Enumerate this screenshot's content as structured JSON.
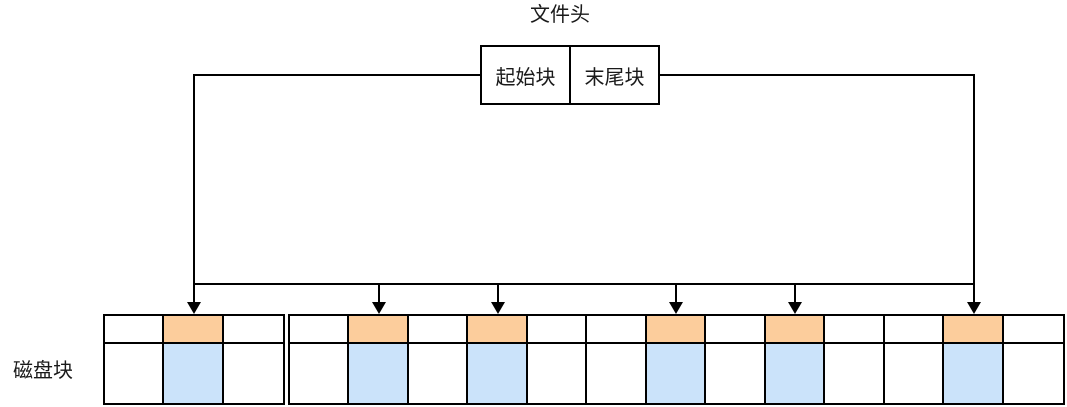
{
  "diagram": {
    "title": "文件头",
    "header": {
      "start_label": "起始块",
      "end_label": "末尾块"
    },
    "disk": {
      "label": "磁盘块",
      "groups": [
        {
          "cells": [
            "free",
            "allocated",
            "free"
          ]
        },
        {
          "cells": [
            "free",
            "allocated",
            "free",
            "allocated",
            "free",
            "free",
            "allocated",
            "free",
            "allocated",
            "free",
            "free",
            "allocated",
            "free"
          ]
        }
      ]
    },
    "colors": {
      "allocated_top": "#FCCD9C",
      "allocated_bottom": "#CBE3FA",
      "line": "#000000"
    }
  }
}
